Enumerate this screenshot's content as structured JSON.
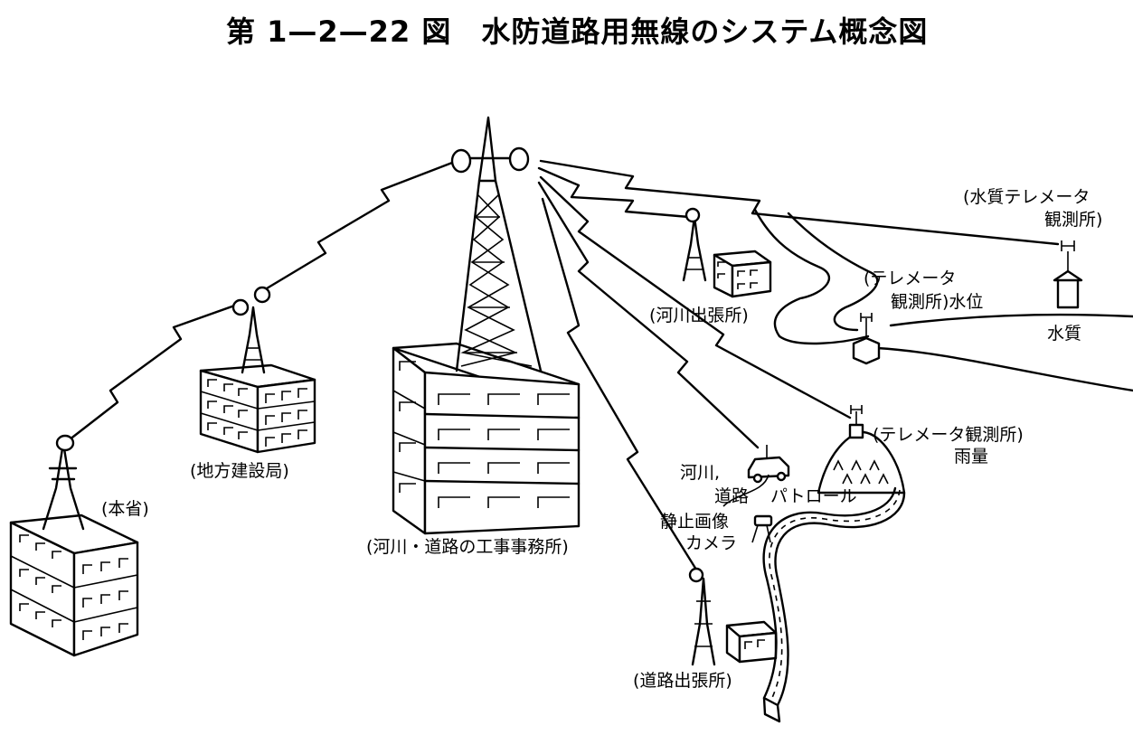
{
  "title": "第 1—2—22 図　水防道路用無線のシステム概念図",
  "labels": {
    "honsho": "(本省)",
    "chiho": "(地方建設局)",
    "koji": "(河川・道路の工事事務所)",
    "kasen_shutcho": "(河川出張所)",
    "doro_shutcho": "(道路出張所)",
    "suishitsu_obs_1": "(水質テレメータ",
    "suishitsu_obs_2": "観測所)",
    "suii_obs_1": "(テレメータ",
    "suii_obs_2": "観測所)水位",
    "suishitsu": "水質",
    "uryo_obs": "(テレメータ観測所)",
    "uryo": "雨量",
    "patrol_1": "河川,",
    "patrol_2": "道路",
    "patrol_3": "パトロール",
    "camera_1": "静止画像",
    "camera_2": "カメラ"
  }
}
